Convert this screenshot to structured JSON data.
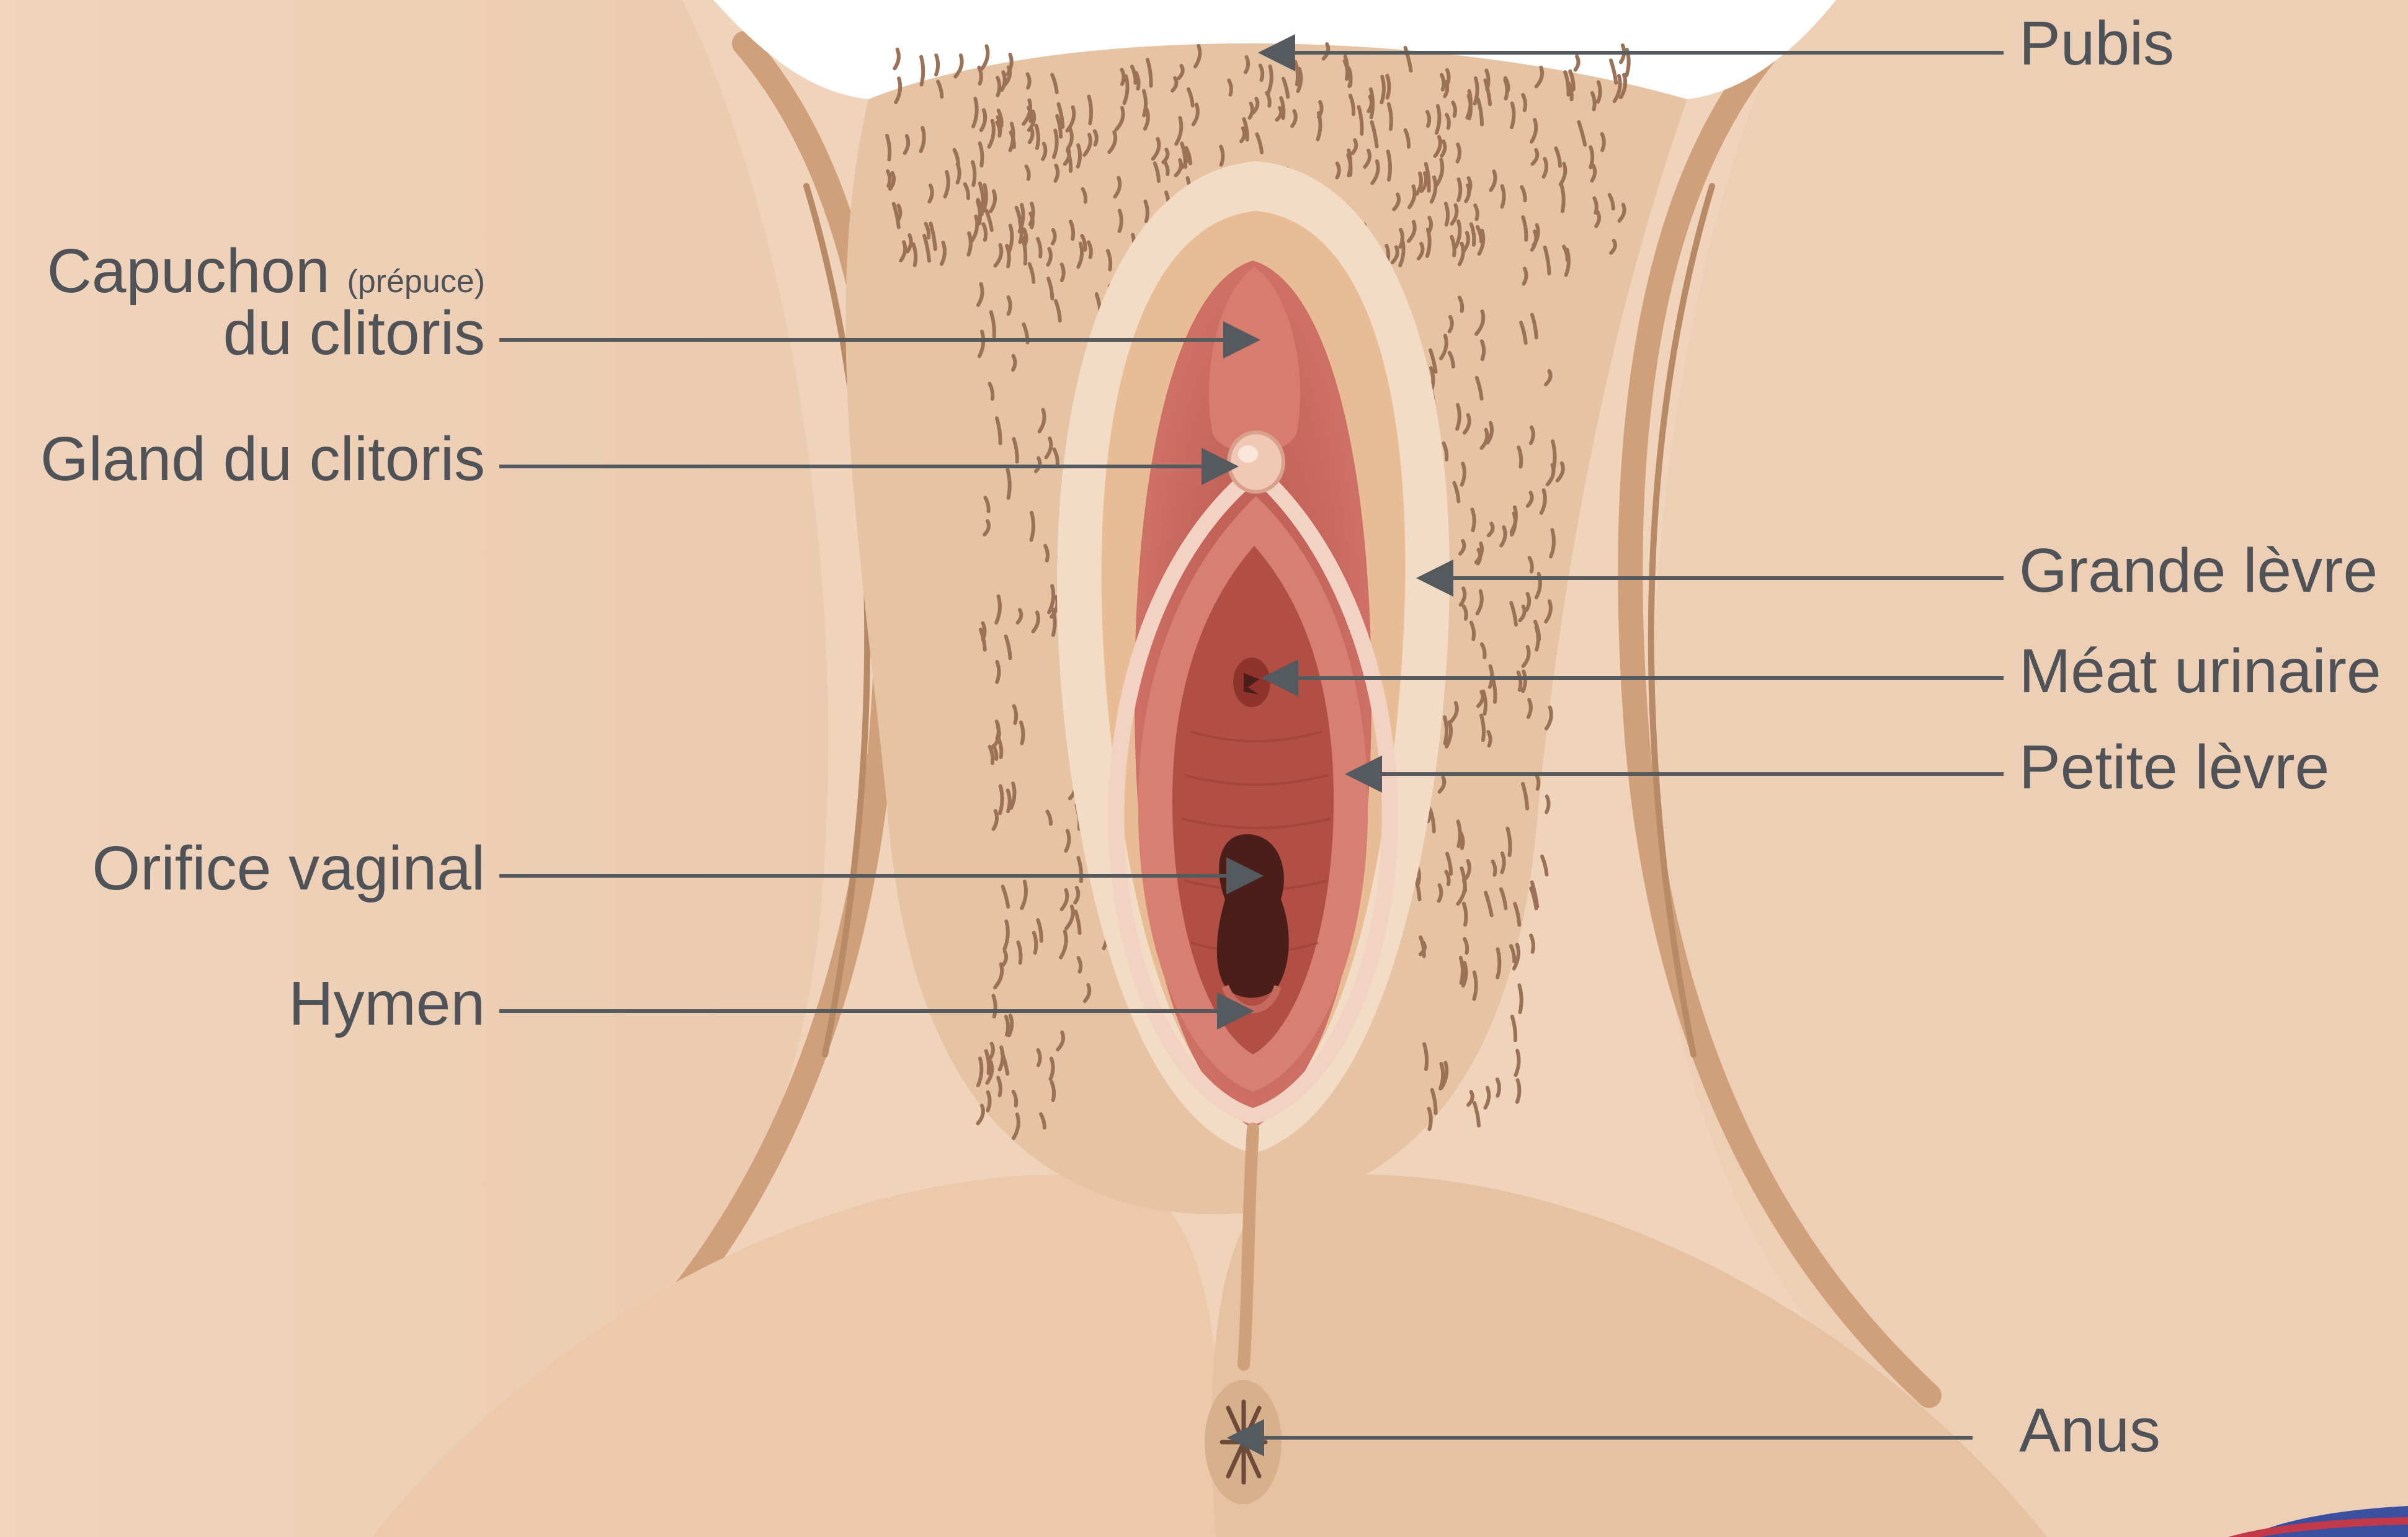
{
  "colors": {
    "background": "#efd3bb",
    "skin_light": "#f3dcc6",
    "skin_mid": "#e6c3a3",
    "skin_shadow": "#cfa07a",
    "crease": "#b98a66",
    "hair": "#9b7257",
    "mucosa_outer": "#c8675f",
    "mucosa_inner": "#a9473f",
    "labia_minora_rim": "#f2d2c3",
    "vaginal_orifice": "#4a1f1a",
    "label_text": "#4f5256",
    "leader_line": "#555a5e",
    "cut_area": "#ffffff",
    "corner_accent_1": "#c23a4a",
    "corner_accent_2": "#3a4fa0"
  },
  "icons": {
    "arrowhead": "arrowhead-icon",
    "corner_mark": "corner-swoosh-icon"
  },
  "labels": {
    "pubis": "Pubis",
    "hood_main": "Capuchon",
    "hood_sub": "(prépuce)",
    "hood_line2": "du clitoris",
    "glans": "Gland du clitoris",
    "labia_majora": "Grande lèvre",
    "urethral_meatus": "Méat urinaire",
    "labia_minora": "Petite lèvre",
    "vaginal_orifice": "Orifice vaginal",
    "hymen": "Hymen",
    "anus": "Anus"
  }
}
